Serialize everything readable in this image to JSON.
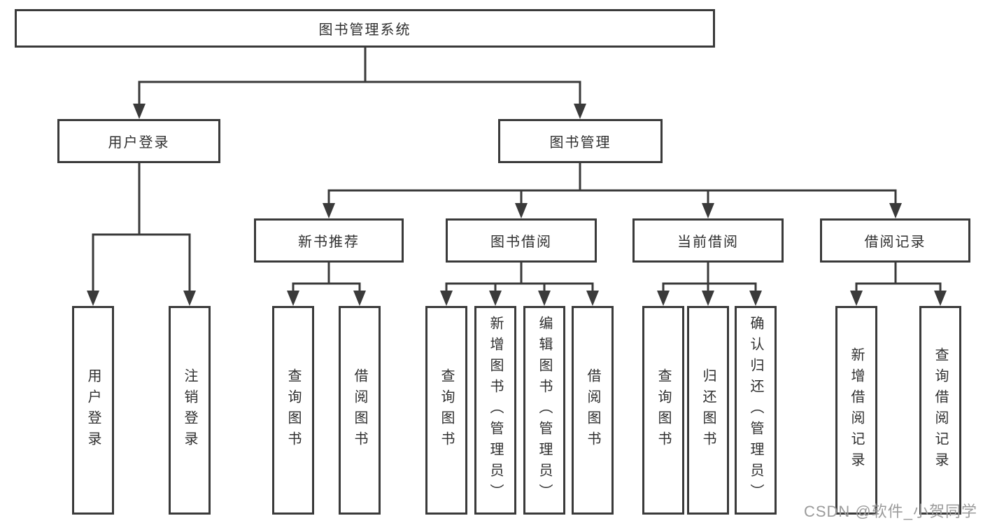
{
  "colors": {
    "background": "#ffffff",
    "line": "#3a3a3a",
    "text": "#2f2f2f",
    "watermark_text": "#9b9b9b"
  },
  "tree": {
    "root": {
      "label": "图书管理系统"
    },
    "children": [
      {
        "label": "用户登录",
        "children": [
          {
            "label": "用户登录"
          },
          {
            "label": "注销登录"
          }
        ]
      },
      {
        "label": "图书管理",
        "children": [
          {
            "label": "新书推荐",
            "children": [
              {
                "label": "查询图书"
              },
              {
                "label": "借阅图书"
              }
            ]
          },
          {
            "label": "图书借阅",
            "children": [
              {
                "label": "查询图书"
              },
              {
                "label": "新增图书（管理员）"
              },
              {
                "label": "编辑图书（管理员）"
              },
              {
                "label": "借阅图书"
              }
            ]
          },
          {
            "label": "当前借阅",
            "children": [
              {
                "label": "查询图书"
              },
              {
                "label": "归还图书"
              },
              {
                "label": "确认归还（管理员）"
              }
            ]
          },
          {
            "label": "借阅记录",
            "children": [
              {
                "label": "新增借阅记录"
              },
              {
                "label": "查询借阅记录"
              }
            ]
          }
        ]
      }
    ]
  },
  "watermark": {
    "text": "CSDN @软件_小贺同学"
  }
}
